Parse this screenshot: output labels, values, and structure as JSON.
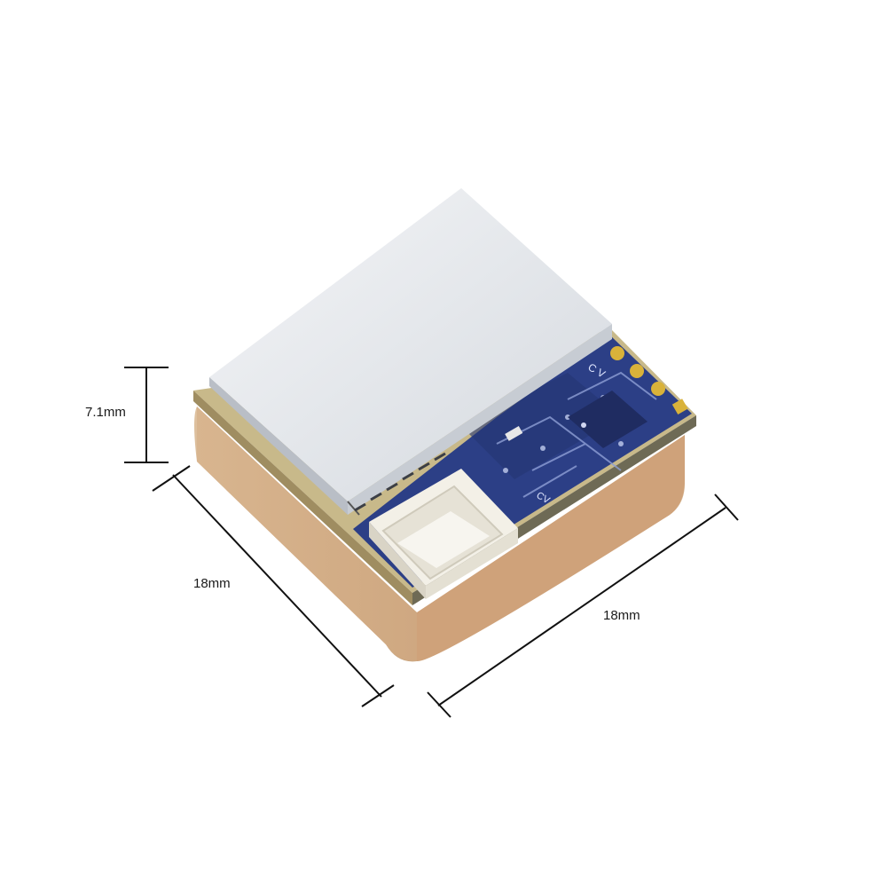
{
  "dimensions": {
    "height": "7.1mm",
    "left_width": "18mm",
    "right_width": "18mm"
  },
  "board_silkscreen": {
    "top_mark": "C V",
    "side_mark": "CV"
  },
  "colors": {
    "ceramic_base": "#d6b592",
    "pcb": "#2c3f86",
    "shield": "#e3e6ea",
    "connector": "#f1eee6",
    "gold_pad": "#d9b23a"
  }
}
